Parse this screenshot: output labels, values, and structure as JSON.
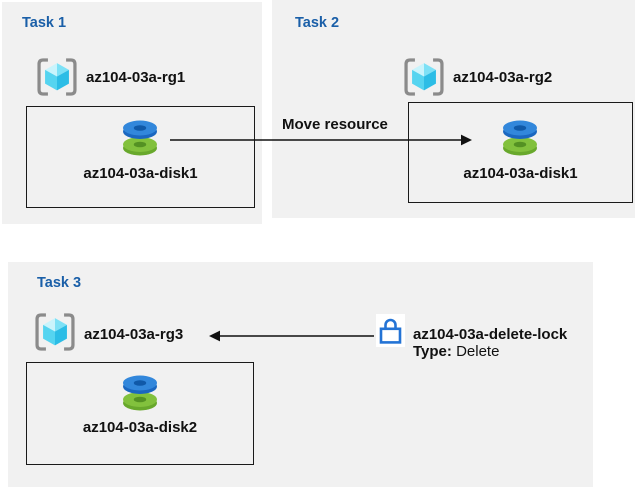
{
  "colors": {
    "panel_bg": "#f1f1f1",
    "heading_blue": "#1a5fa8",
    "label_black": "#111111",
    "box_border": "#1a1a1a",
    "arrow_black": "#111111",
    "bracket_gray": "#8b8b8b",
    "cube_top_left": "#c9f4fc",
    "cube_top_right": "#7de1f6",
    "cube_face_left": "#55d4f0",
    "cube_face_right": "#2cbde6",
    "disk_blue_top": "#3287db",
    "disk_blue_side": "#1b67c0",
    "disk_blue_hole": "#1059a8",
    "disk_green_top": "#82c13d",
    "disk_green_side": "#68a82c",
    "disk_green_hole": "#549123",
    "lock_blue": "#2373d5"
  },
  "icons": {
    "resource_group": "azure-resource-group-icon",
    "disk": "azure-managed-disk-icon",
    "lock": "padlock-icon"
  },
  "tasks": {
    "task1": {
      "heading": "Task 1",
      "resource_group": "az104-03a-rg1",
      "disk": "az104-03a-disk1"
    },
    "task2": {
      "heading": "Task 2",
      "resource_group": "az104-03a-rg2",
      "disk": "az104-03a-disk1"
    },
    "task3": {
      "heading": "Task 3",
      "resource_group": "az104-03a-rg3",
      "disk": "az104-03a-disk2"
    }
  },
  "annotations": {
    "move_arrow_label": "Move resource",
    "lock": {
      "name": "az104-03a-delete-lock",
      "type_label": "Type:",
      "type_value": "Delete"
    }
  }
}
